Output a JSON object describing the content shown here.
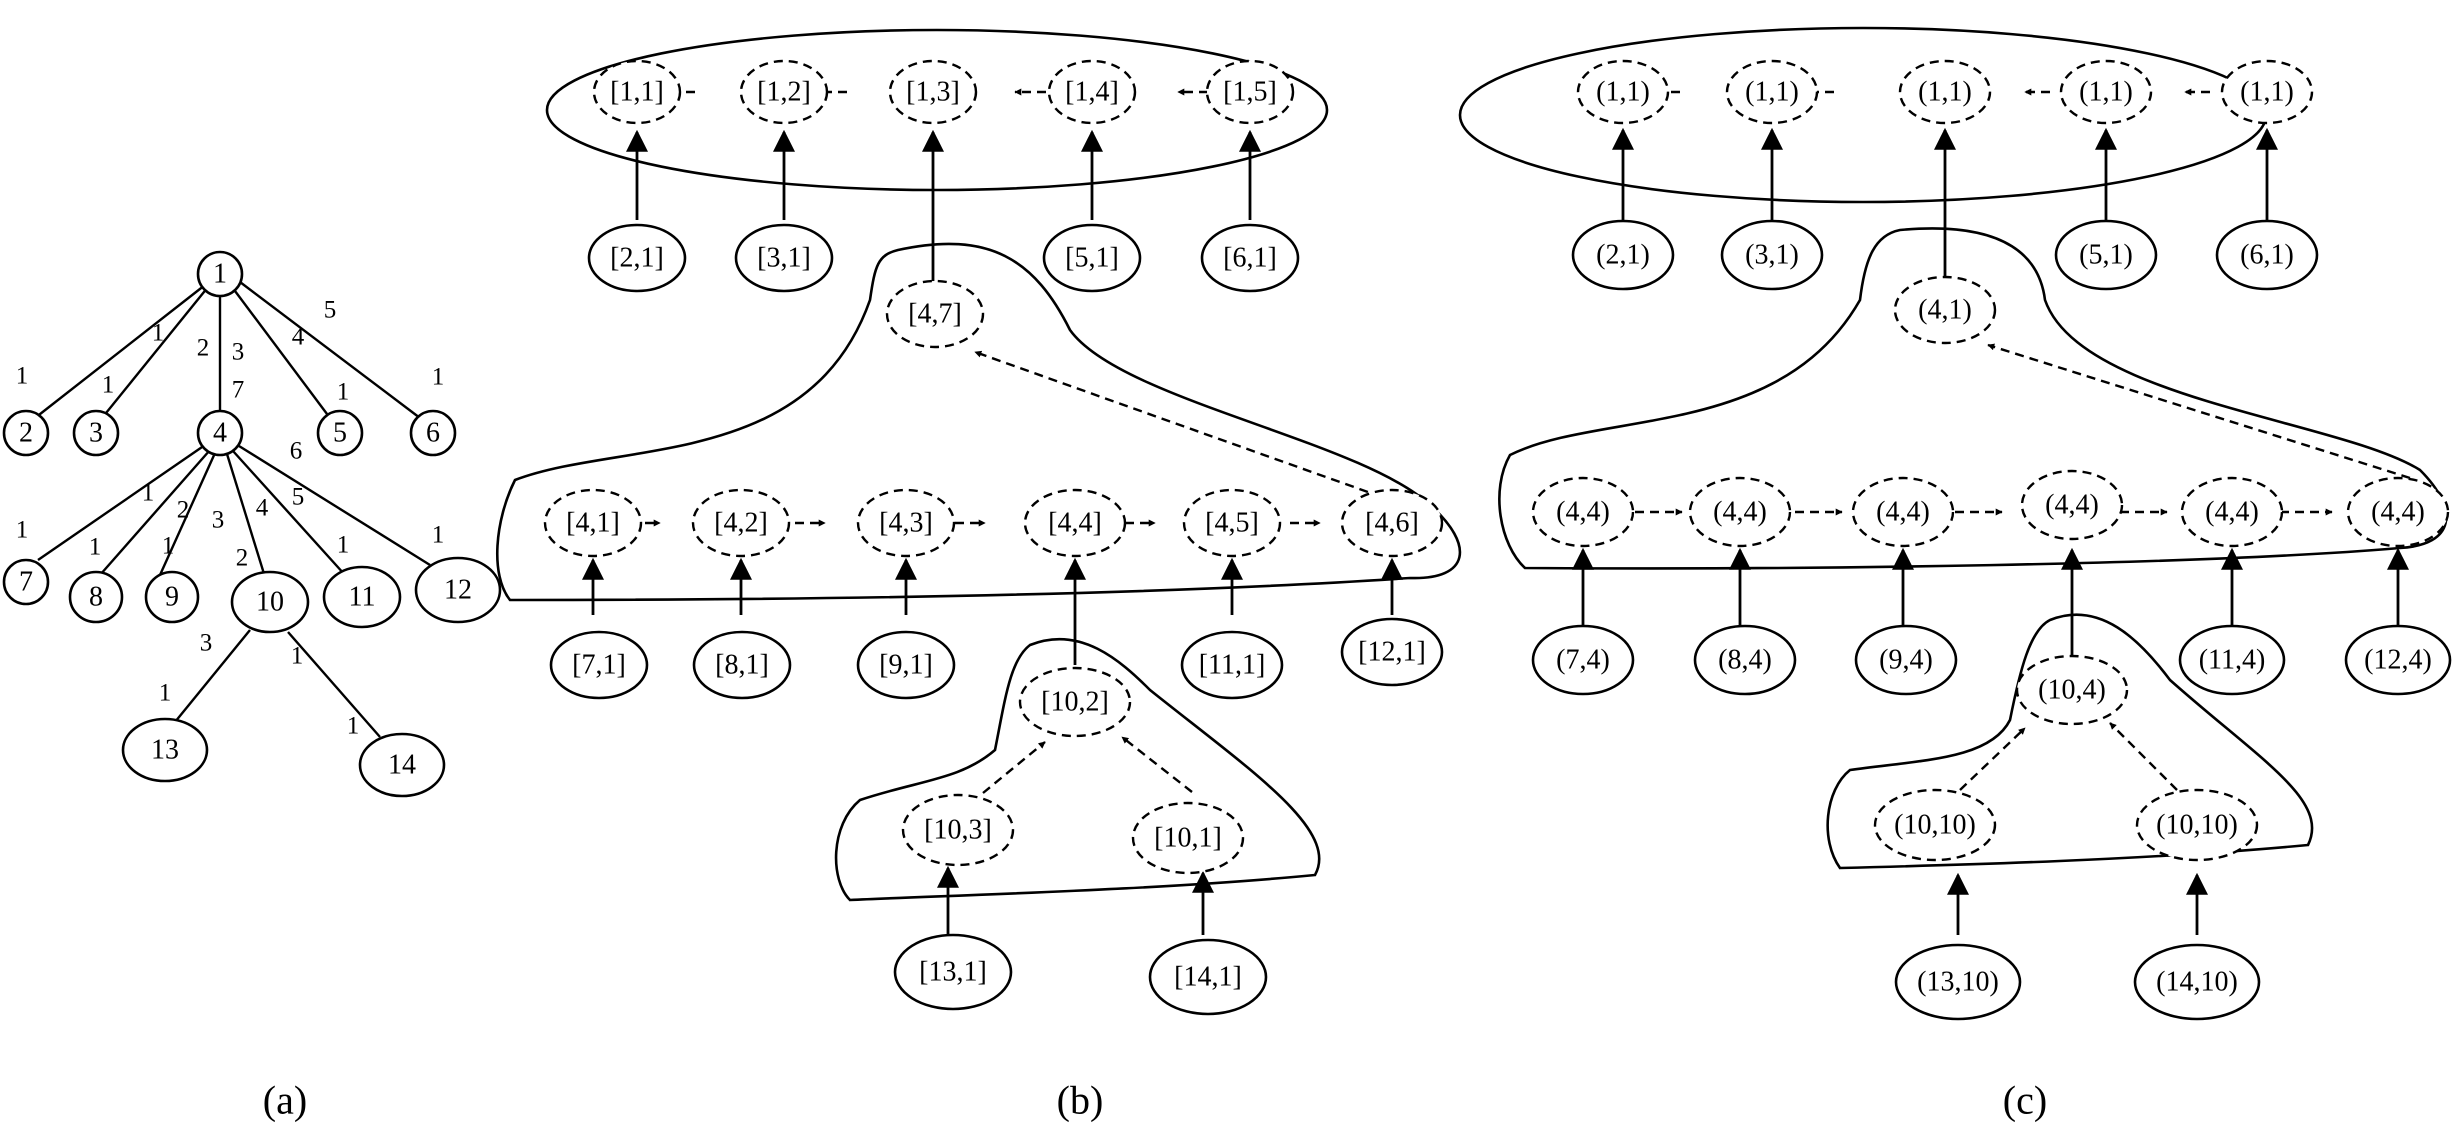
{
  "panel_a": {
    "caption": "(a)",
    "nodes": [
      "1",
      "2",
      "3",
      "4",
      "5",
      "6",
      "7",
      "8",
      "9",
      "10",
      "11",
      "12",
      "13",
      "14"
    ],
    "edge_labels": [
      "1",
      "1",
      "1",
      "2",
      "3",
      "7",
      "4",
      "1",
      "5",
      "1",
      "1",
      "1",
      "2",
      "1",
      "3",
      "1",
      "4",
      "2",
      "5",
      "1",
      "6",
      "1",
      "3",
      "1",
      "1",
      "1"
    ]
  },
  "panel_b": {
    "caption": "(b)",
    "top_group": [
      "[1,1]",
      "[1,2]",
      "[1,3]",
      "[1,4]",
      "[1,5]"
    ],
    "top_children": [
      "[2,1]",
      "[3,1]",
      "[5,1]",
      "[6,1]"
    ],
    "mid_group": [
      "[4,7]",
      "[4,1]",
      "[4,2]",
      "[4,3]",
      "[4,4]",
      "[4,5]",
      "[4,6]"
    ],
    "mid_children": [
      "[7,1]",
      "[8,1]",
      "[9,1]",
      "[11,1]",
      "[12,1]"
    ],
    "low_group": [
      "[10,2]",
      "[10,3]",
      "[10,1]"
    ],
    "low_children": [
      "[13,1]",
      "[14,1]"
    ]
  },
  "panel_c": {
    "caption": "(c)",
    "top_group": [
      "(1,1)",
      "(1,1)",
      "(1,1)",
      "(1,1)",
      "(1,1)"
    ],
    "top_children": [
      "(2,1)",
      "(3,1)",
      "(5,1)",
      "(6,1)"
    ],
    "mid_group": [
      "(4,1)",
      "(4,4)",
      "(4,4)",
      "(4,4)",
      "(4,4)",
      "(4,4)",
      "(4,4)"
    ],
    "mid_children": [
      "(7,4)",
      "(8,4)",
      "(9,4)",
      "(11,4)",
      "(12,4)"
    ],
    "low_group": [
      "(10,4)",
      "(10,10)",
      "(10,10)"
    ],
    "low_children": [
      "(13,10)",
      "(14,10)"
    ]
  }
}
